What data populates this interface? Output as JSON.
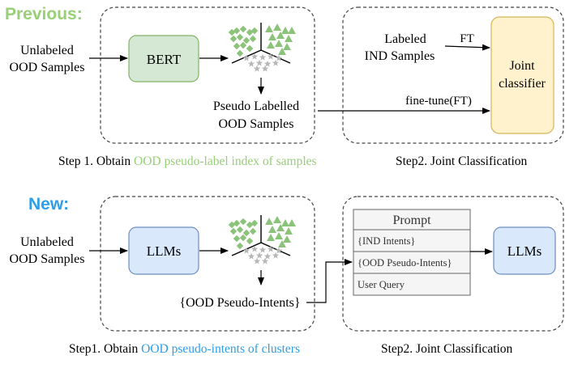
{
  "previous": {
    "label": "Previous",
    "label_suffix": ":",
    "input_line1": "Unlabeled",
    "input_line2": "OOD Samples",
    "model": "BERT",
    "output_line1": "Pseudo Labelled",
    "output_line2": "OOD Samples",
    "labeled_line1": "Labeled",
    "labeled_line2": "IND Samples",
    "ft": "FT",
    "finetune": "fine-tune(FT)",
    "classifier_line1": "Joint",
    "classifier_line2": "classifier",
    "step1_prefix": "Step 1. Obtain ",
    "step1_highlight": "OOD pseudo-label index of samples",
    "step2": "Step2. Joint Classification"
  },
  "new": {
    "label": "New:",
    "input_line1": "Unlabeled",
    "input_line2": "OOD Samples",
    "model": "LLMs",
    "output": "{OOD Pseudo-Intents}",
    "prompt_title": "Prompt",
    "prompt_rows": [
      "{IND Intents}",
      "{OOD Pseudo-Intents}",
      "User Query"
    ],
    "model2": "LLMs",
    "step1_prefix": "Step1. Obtain ",
    "step1_highlight": "OOD pseudo-intents of clusters",
    "step2": "Step2. Joint Classification"
  },
  "colors": {
    "previous_accent": "#97d077",
    "new_accent": "#2e9ee8",
    "bert_fill": "#d5e8d4",
    "bert_stroke": "#82b366",
    "llm_fill": "#dae8fc",
    "llm_stroke": "#6c8ebf",
    "classifier_fill": "#fff2cc",
    "classifier_stroke": "#d6b656",
    "prompt_fill": "#f5f5f5",
    "prompt_stroke": "#666666",
    "cluster_green": "#8cc37a",
    "cluster_gray": "#b7b7b7"
  },
  "icons": [
    "cluster-icon",
    "arrow-icon"
  ]
}
